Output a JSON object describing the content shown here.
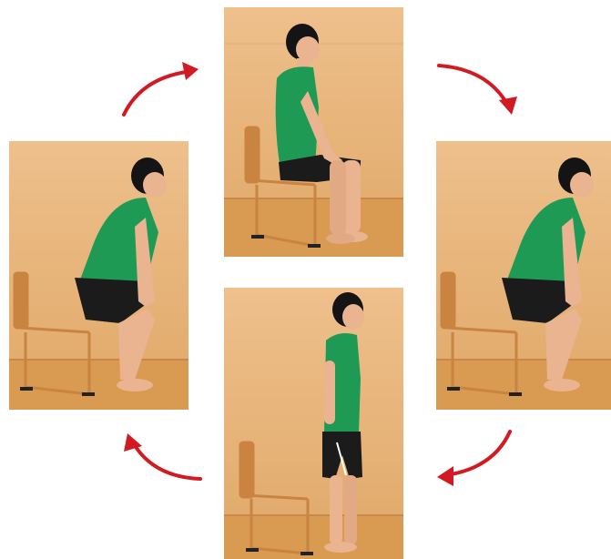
{
  "cycle": {
    "steps": [
      {
        "pose": "seated-on-chair"
      },
      {
        "pose": "rising-half-squat"
      },
      {
        "pose": "standing-upright"
      },
      {
        "pose": "lowering-half-squat"
      }
    ],
    "arrow_direction": "clockwise",
    "colors": {
      "arrow": "#d11a22",
      "wall": "#e6b47a",
      "floor": "#d99a52",
      "shirt": "#1f9a55",
      "shorts": "#1b1b1b",
      "skin": "#e9b48f",
      "hair": "#141414",
      "chair": "#c88440"
    }
  }
}
